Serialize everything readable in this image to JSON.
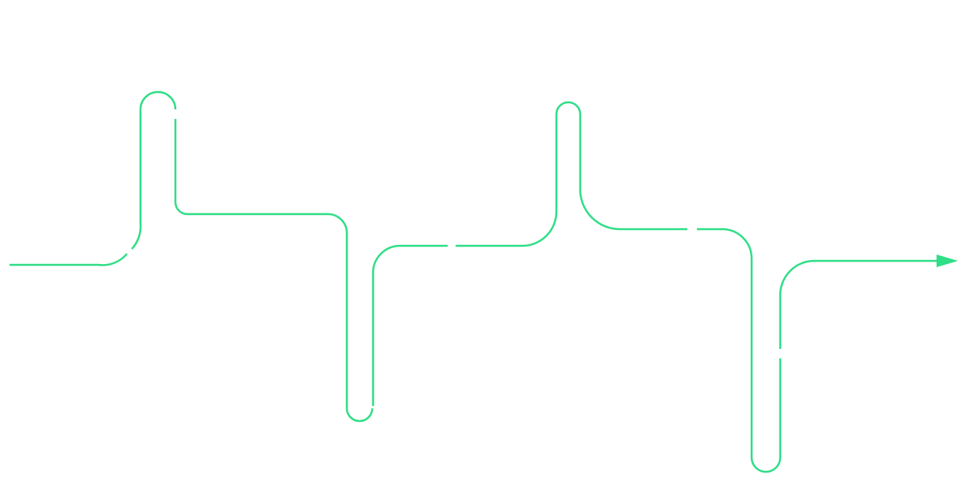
{
  "diagram": {
    "type": "connector-path",
    "description_visible_text": "",
    "colors": {
      "line": "#2fde86",
      "background": "#ffffff"
    },
    "segments": [
      {
        "name": "lead-in"
      },
      {
        "name": "first-riser"
      },
      {
        "name": "first-plateau"
      },
      {
        "name": "first-drop"
      },
      {
        "name": "second-plateau-a"
      },
      {
        "name": "second-plateau-b"
      },
      {
        "name": "second-riser"
      },
      {
        "name": "third-plateau-a"
      },
      {
        "name": "third-plateau-b"
      },
      {
        "name": "second-drop"
      },
      {
        "name": "final-run"
      }
    ],
    "end_marker": "arrowhead-icon"
  }
}
